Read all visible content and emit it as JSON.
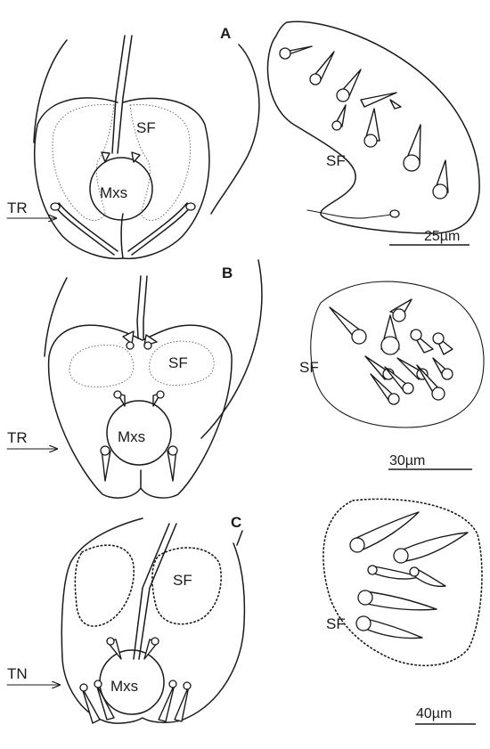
{
  "panels": [
    {
      "letter": "A",
      "labels": {
        "structure": "SF",
        "maxillae": "Mxs",
        "trichomes": "TR",
        "inset_structure": "SF"
      },
      "scale_bar": "25µm"
    },
    {
      "letter": "B",
      "labels": {
        "structure": "SF",
        "maxillae": "Mxs",
        "trichomes": "TR",
        "inset_structure": "SF"
      },
      "scale_bar": "30µm"
    },
    {
      "letter": "C",
      "labels": {
        "structure": "SF",
        "maxillae": "Mxs",
        "trichomes": "TN",
        "inset_structure": "SF"
      },
      "scale_bar": "40µm"
    }
  ],
  "colors": {
    "ink": "#1a1a1a",
    "background": "#ffffff"
  }
}
